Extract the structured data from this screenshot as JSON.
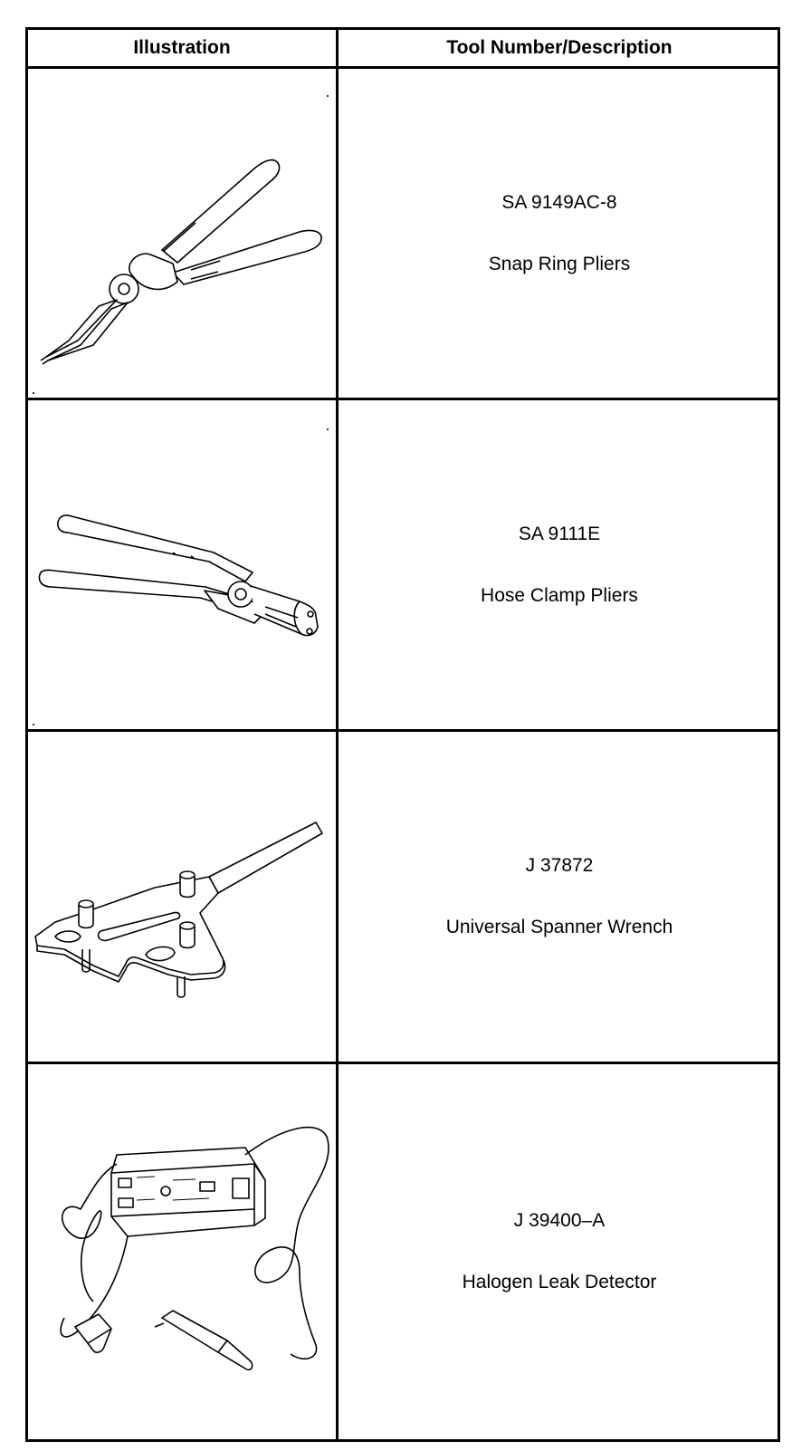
{
  "table": {
    "header": {
      "illustration": "Illustration",
      "description": "Tool Number/Description"
    },
    "rows": [
      {
        "number": "SA 9149AC-8",
        "name": "Snap Ring Pliers",
        "icon": "snap-ring-pliers-icon"
      },
      {
        "number": "SA 9111E",
        "name": "Hose Clamp Pliers",
        "icon": "hose-clamp-pliers-icon"
      },
      {
        "number": "J 37872",
        "name": "Universal Spanner Wrench",
        "icon": "spanner-wrench-icon"
      },
      {
        "number": "J 39400–A",
        "name": "Halogen Leak Detector",
        "icon": "leak-detector-icon"
      }
    ]
  }
}
